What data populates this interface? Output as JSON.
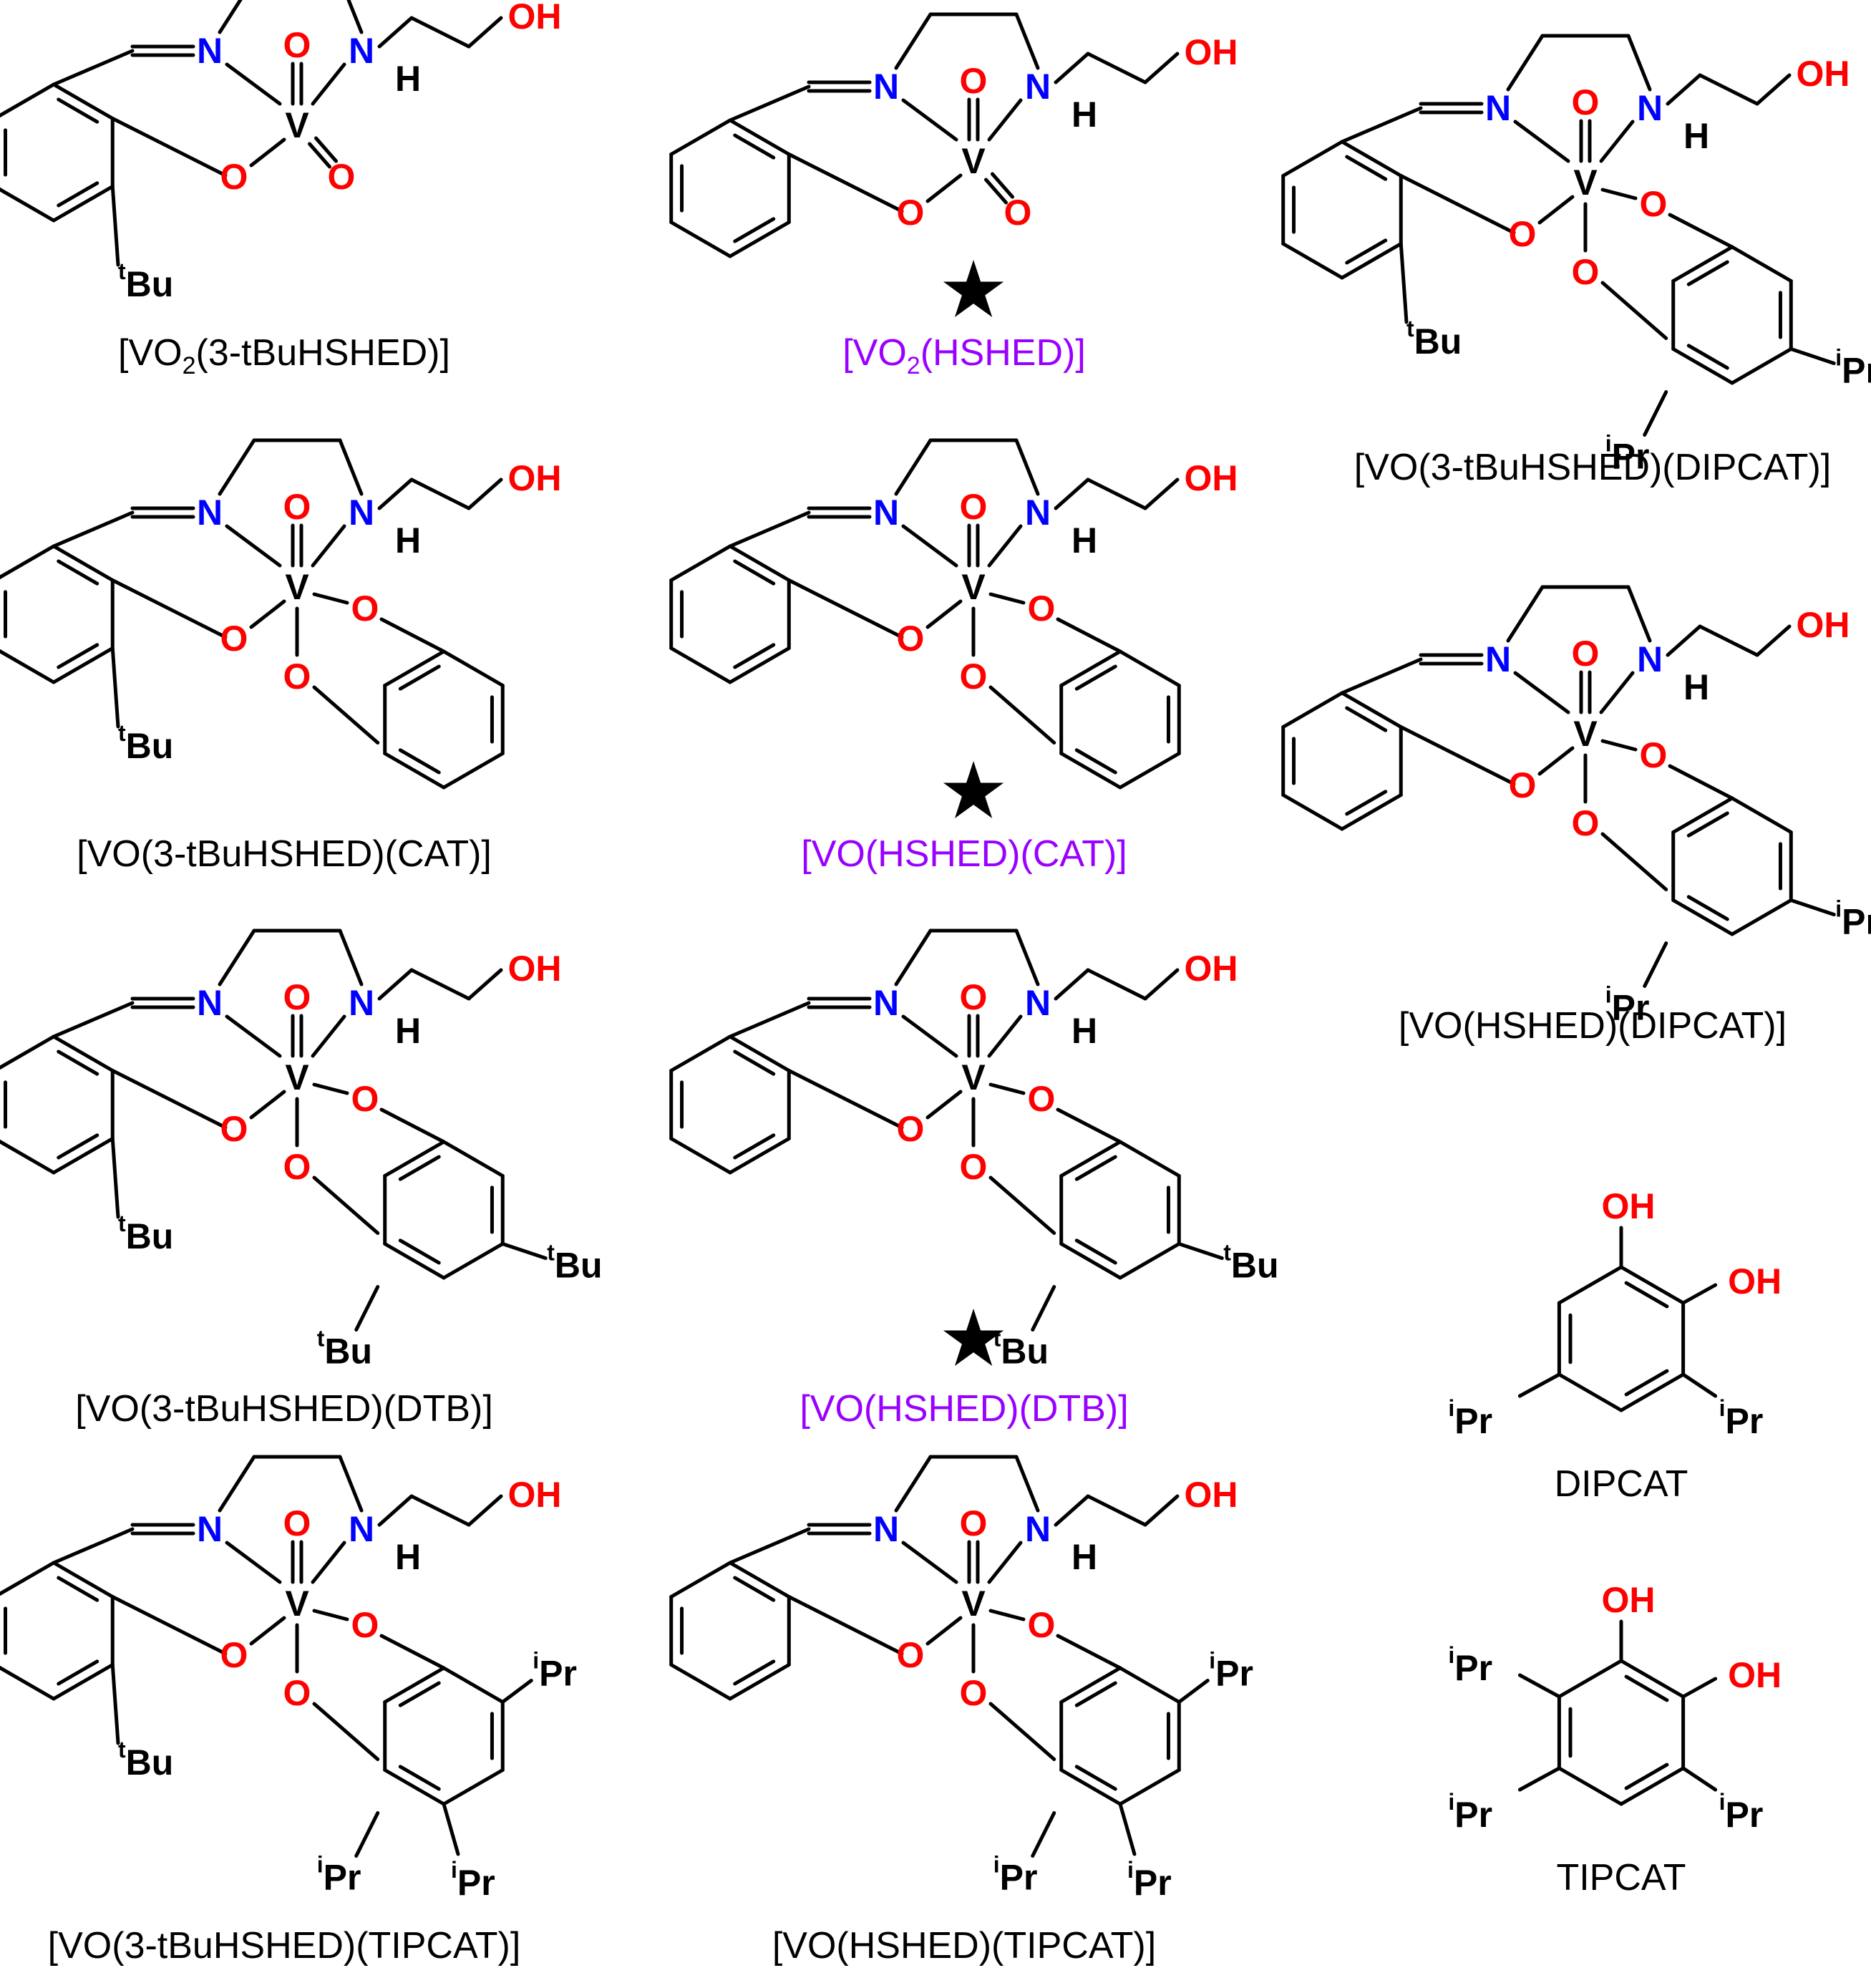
{
  "colors": {
    "bond": "#000000",
    "oxygen": "#ff0000",
    "nitrogen": "#0000ff",
    "vanadium": "#000000",
    "highlight": "#9900ff"
  },
  "atoms": {
    "N": "N",
    "O": "O",
    "V": "V",
    "H": "H",
    "OH": "OH",
    "Bu": "Bu",
    "Pr": "Pr",
    "t": "t",
    "i": "i"
  },
  "markers": {
    "star": "★"
  },
  "compounds": [
    {
      "label_pre": "[VO",
      "label_sub": "2",
      "label_post": "(3-tBuHSHED)]",
      "highlighted": false
    },
    {
      "label_pre": "[VO",
      "label_sub": "2",
      "label_post": "(HSHED)]",
      "highlighted": true
    },
    {
      "label_pre": "[VO(3-tBuHSHED)(DIPCAT)]",
      "label_sub": "",
      "label_post": "",
      "highlighted": false
    },
    {
      "label_pre": "[VO(3-tBuHSHED)(CAT)]",
      "label_sub": "",
      "label_post": "",
      "highlighted": false
    },
    {
      "label_pre": "[VO(HSHED)(CAT)]",
      "label_sub": "",
      "label_post": "",
      "highlighted": true
    },
    {
      "label_pre": "[VO(HSHED)(DIPCAT)]",
      "label_sub": "",
      "label_post": "",
      "highlighted": false
    },
    {
      "label_pre": "[VO(3-tBuHSHED)(DTB)]",
      "label_sub": "",
      "label_post": "",
      "highlighted": false
    },
    {
      "label_pre": "[VO(HSHED)(DTB)]",
      "label_sub": "",
      "label_post": "",
      "highlighted": true
    },
    {
      "label_pre": "DIPCAT",
      "label_sub": "",
      "label_post": "",
      "highlighted": false
    },
    {
      "label_pre": "[VO(3-tBuHSHED)(TIPCAT)]",
      "label_sub": "",
      "label_post": "",
      "highlighted": false
    },
    {
      "label_pre": "[VO(HSHED)(TIPCAT)]",
      "label_sub": "",
      "label_post": "",
      "highlighted": false
    },
    {
      "label_pre": "TIPCAT",
      "label_sub": "",
      "label_post": "",
      "highlighted": false
    }
  ]
}
